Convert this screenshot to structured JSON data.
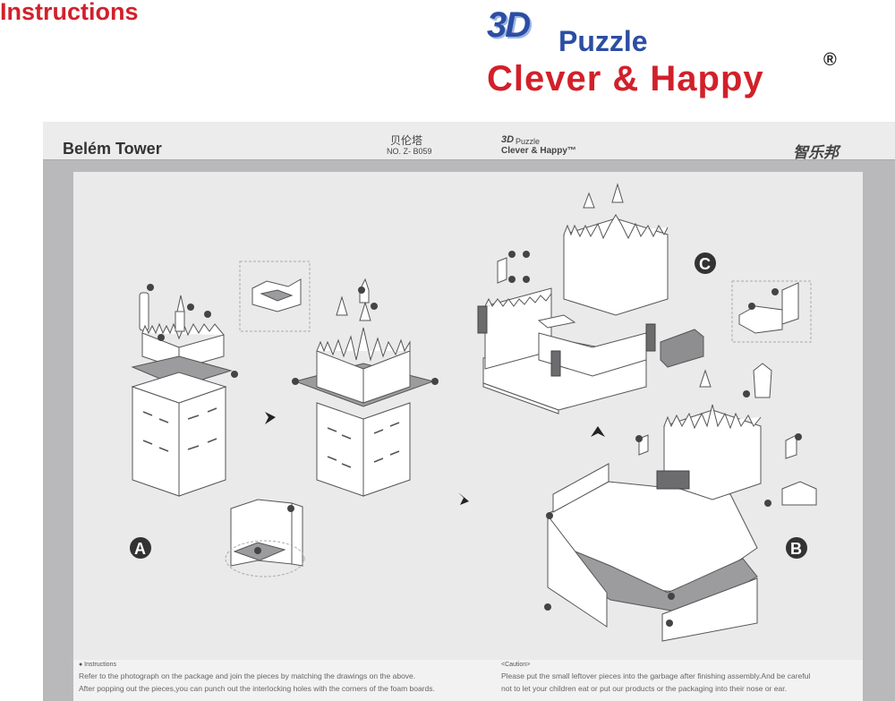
{
  "header": {
    "title": "Instructions",
    "logo": {
      "part_3d": "3D",
      "part_puzzle": "Puzzle",
      "tagline": "Clever & Happy",
      "registered": "®"
    }
  },
  "sheet": {
    "model_name": "Belém Tower",
    "model_name_cn": "贝伦塔",
    "model_no": "NO. Z- B059",
    "mini_logo": {
      "part_3d": "3D",
      "part_puzzle": "Puzzle",
      "tagline": "Clever & Happy™"
    },
    "brand_mark": "智乐邦"
  },
  "steps": {
    "a": "A",
    "b": "B",
    "c": "C"
  },
  "notes": {
    "instructions_heading": "● Instructions",
    "instructions_lines": [
      "Refer to the photograph on the package and join the pieces by matching the drawings on the above.",
      "After popping out the pieces,you can punch  out the interlocking holes with the corners of the foam boards."
    ],
    "caution_heading": "<Caution>",
    "caution_lines": [
      "Please put the small leftover pieces into the garbage after finishing assembly.And be careful",
      "not to let your children eat or put our products or the packaging into their nose or ear."
    ]
  }
}
